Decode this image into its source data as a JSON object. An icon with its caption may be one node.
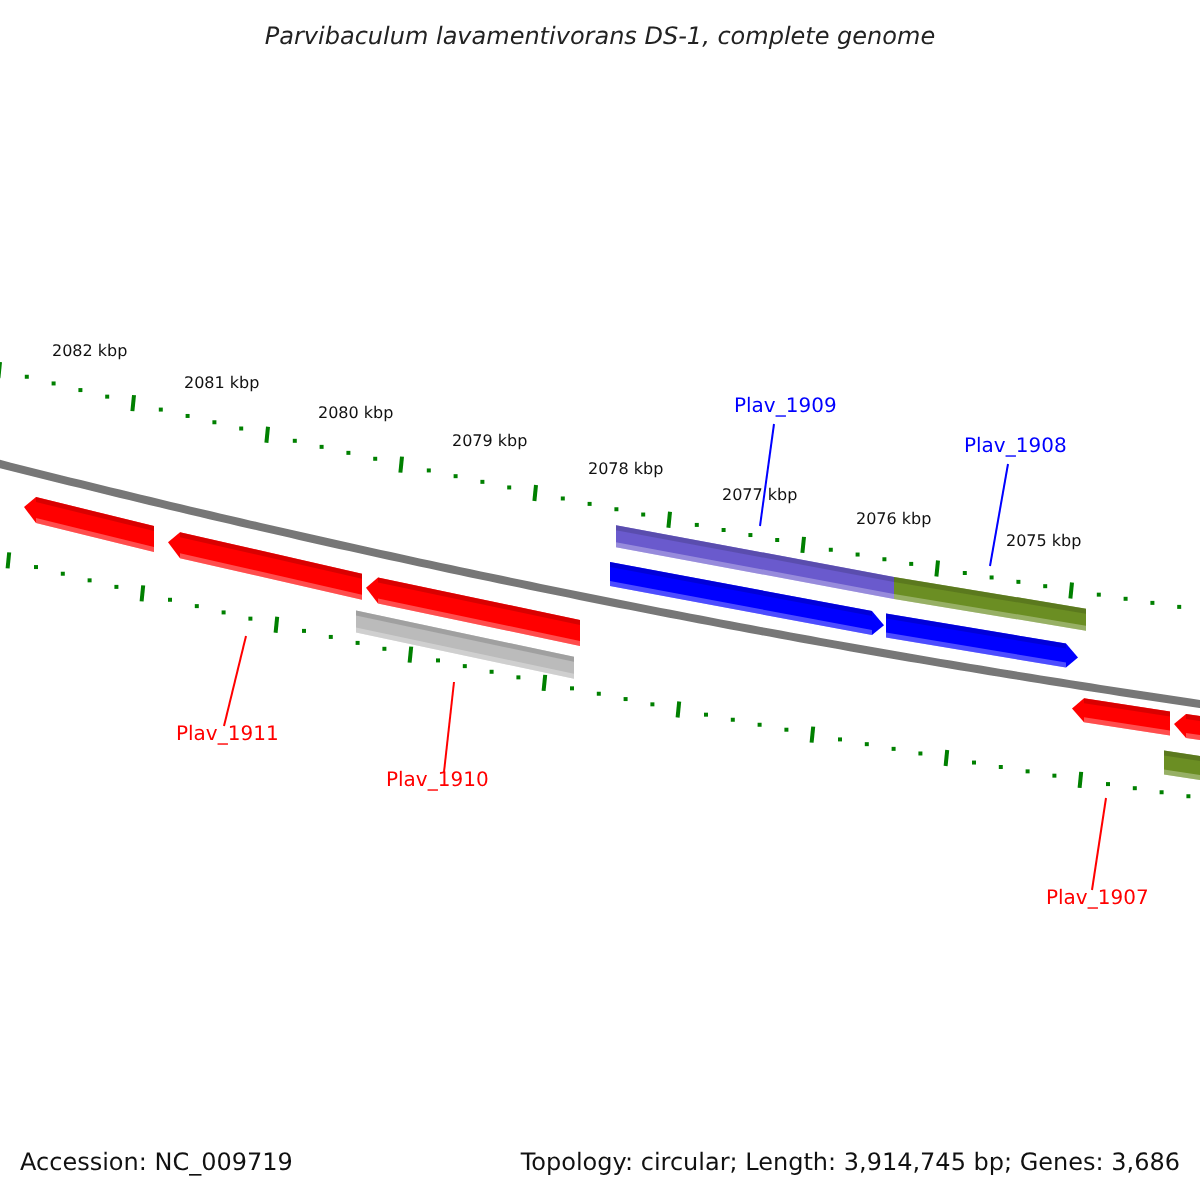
{
  "diagram": {
    "title": "Parvibaculum lavamentivorans DS-1, complete genome",
    "nodes": [
      {
        "text": [
          "Plav_1909"
        ]
      },
      {
        "text": [
          "Plav_1908"
        ]
      },
      {
        "text": [
          "Plav_1911"
        ]
      },
      {
        "text": [
          "Plav_1910"
        ]
      },
      {
        "text": [
          "Plav_1907"
        ]
      }
    ],
    "edges": [
      {
        "from": 0,
        "to": null,
        "arrow": "none",
        "color": "#0000ff"
      },
      {
        "from": 1,
        "to": null,
        "arrow": "none",
        "color": "#0000ff"
      },
      {
        "from": 2,
        "to": null,
        "arrow": "none"
      },
      {
        "from": 3,
        "to": null,
        "arrow": "none"
      },
      {
        "from": 4,
        "to": null,
        "arrow": "none"
      }
    ],
    "labels": [
      "2082 kbp",
      "2081 kbp",
      "2080 kbp",
      "2079 kbp",
      "2078 kbp",
      "2077 kbp",
      "2076 kbp",
      "2075 kbp",
      "Accession: NC_009719",
      "Topology: circular; Length: 3,914,745 bp; Genes: 3,686"
    ]
  }
}
